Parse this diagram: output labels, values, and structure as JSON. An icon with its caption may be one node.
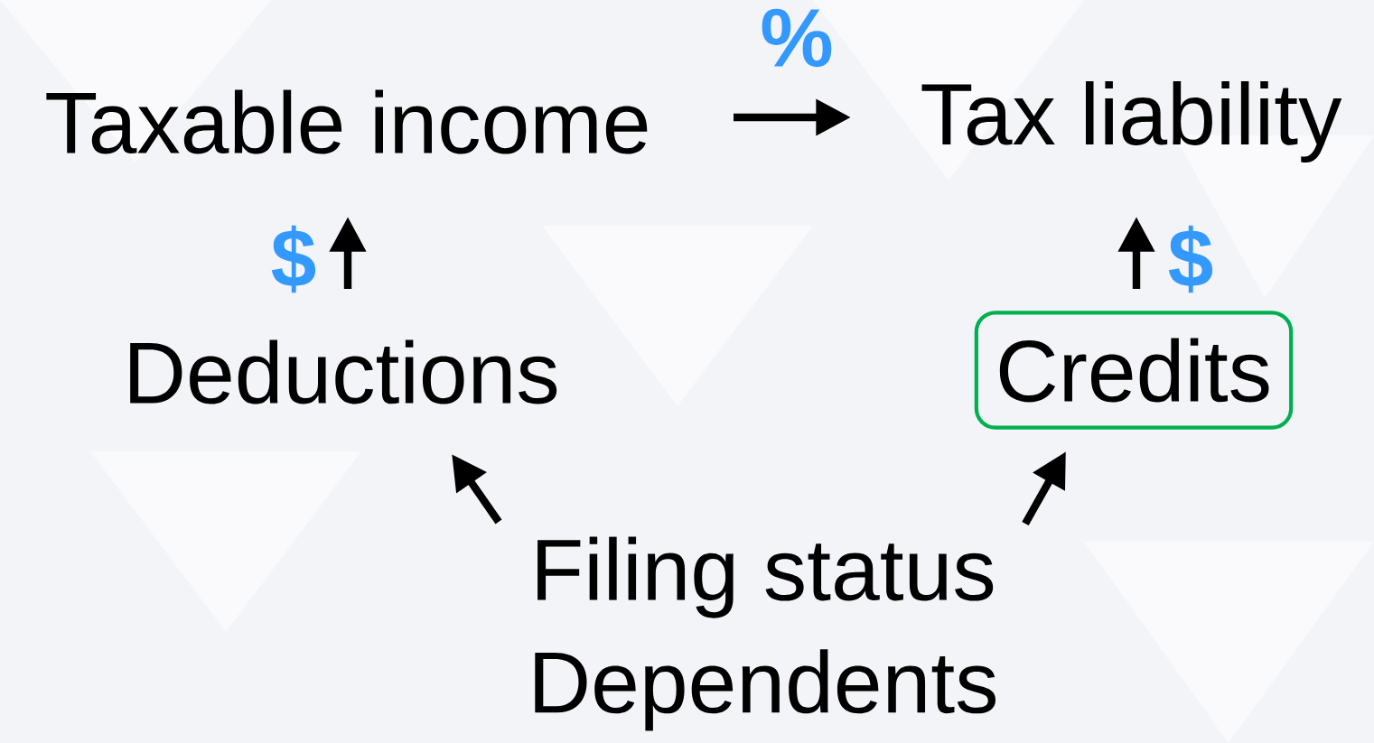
{
  "diagram": {
    "nodes": [
      {
        "text": [
          "Taxable income"
        ]
      },
      {
        "text": [
          "Tax liability"
        ]
      },
      {
        "text": [
          "Deductions"
        ]
      },
      {
        "text": [
          "Credits"
        ]
      },
      {
        "text": [
          "Filing status",
          "Dependents"
        ]
      }
    ],
    "edges": [
      {
        "from": 0,
        "to": 1,
        "arrow": "to",
        "label": "%"
      },
      {
        "from": 2,
        "to": 0,
        "arrow": "to",
        "label": "$"
      },
      {
        "from": 3,
        "to": 1,
        "arrow": "to",
        "label": "$"
      },
      {
        "from": 4,
        "to": 2,
        "arrow": "to"
      },
      {
        "from": 4,
        "to": 3,
        "arrow": "to"
      }
    ]
  }
}
